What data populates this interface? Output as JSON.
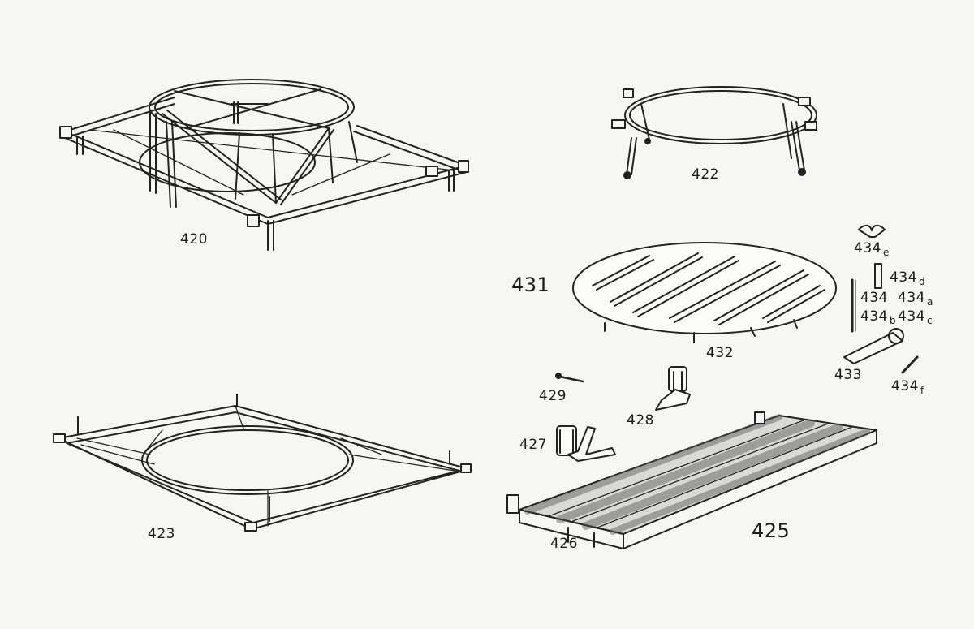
{
  "labels": {
    "p420": "420",
    "p422": "422",
    "p423": "423",
    "p425": "425",
    "p426": "426",
    "p427": "427",
    "p428": "428",
    "p429": "429",
    "p431": "431",
    "p432": "432",
    "p433": "433",
    "p434": "434",
    "suffix_a": "a",
    "suffix_b": "b",
    "suffix_c": "c",
    "suffix_d": "d",
    "suffix_e": "e",
    "suffix_f": "f"
  }
}
